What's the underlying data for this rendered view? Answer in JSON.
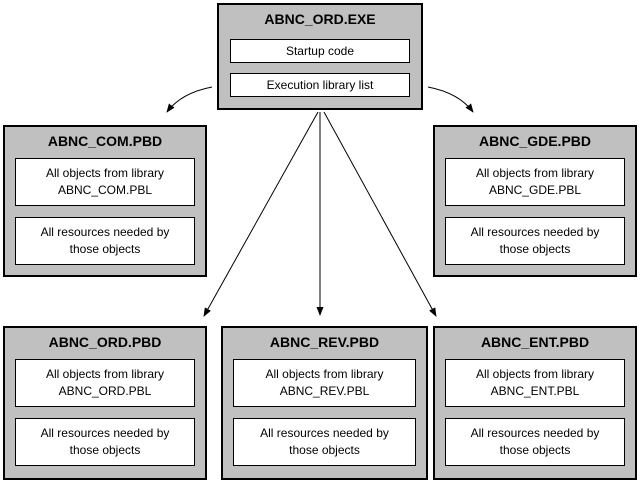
{
  "colors": {
    "box_fill": "#c0c0c0",
    "box_border": "#000000",
    "inner_fill": "#ffffff",
    "arrow": "#000000",
    "background": "#ffffff"
  },
  "exe_box": {
    "title": "ABNC_ORD.EXE",
    "items": [
      {
        "label": "Startup code"
      },
      {
        "label": "Execution library list"
      }
    ]
  },
  "pbd_boxes": [
    {
      "title": "ABNC_COM.PBD",
      "objects_text": "All objects from library\nABNC_COM.PBL",
      "resources_text": "All resources needed by\nthose objects"
    },
    {
      "title": "ABNC_GDE.PBD",
      "objects_text": "All objects from library\nABNC_GDE.PBL",
      "resources_text": "All resources needed by\nthose objects"
    },
    {
      "title": "ABNC_ORD.PBD",
      "objects_text": "All objects from library\nABNC_ORD.PBL",
      "resources_text": "All resources needed by\nthose objects"
    },
    {
      "title": "ABNC_REV.PBD",
      "objects_text": "All objects from library\nABNC_REV.PBL",
      "resources_text": "All resources needed by\nthose objects"
    },
    {
      "title": "ABNC_ENT.PBD",
      "objects_text": "All objects from library\nABNC_ENT.PBL",
      "resources_text": "All resources needed by\nthose objects"
    }
  ],
  "edges": [
    {
      "from": "ABNC_ORD.EXE",
      "to": "ABNC_COM.PBD",
      "style": "curved"
    },
    {
      "from": "ABNC_ORD.EXE",
      "to": "ABNC_GDE.PBD",
      "style": "curved"
    },
    {
      "from": "ABNC_ORD.EXE",
      "to": "ABNC_ORD.PBD",
      "style": "straight"
    },
    {
      "from": "ABNC_ORD.EXE",
      "to": "ABNC_REV.PBD",
      "style": "straight"
    },
    {
      "from": "ABNC_ORD.EXE",
      "to": "ABNC_ENT.PBD",
      "style": "straight"
    }
  ]
}
